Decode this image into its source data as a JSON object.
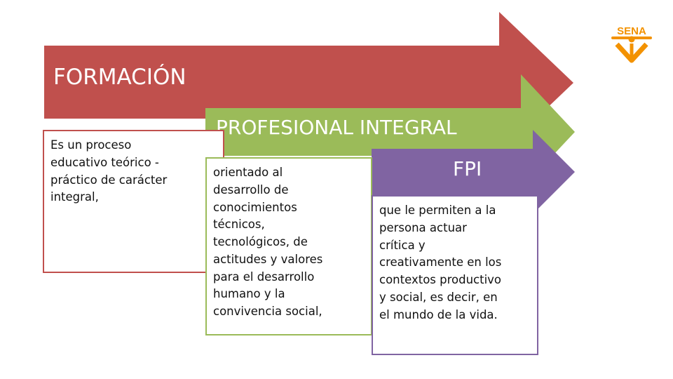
{
  "colors": {
    "formacion": "#c0504d",
    "profesional": "#9bbb59",
    "fpi": "#8064a2",
    "logo": "#f39200"
  },
  "formacion": {
    "title": "FORMACIÓN",
    "description_lines": [
      "Es un proceso",
      "educativo teórico -",
      "práctico de carácter",
      "integral,"
    ]
  },
  "profesional": {
    "title": "PROFESIONAL INTEGRAL",
    "description_lines": [
      "orientado al",
      "desarrollo de",
      "conocimientos",
      "técnicos,",
      "tecnológicos, de",
      "actitudes y valores",
      "para el desarrollo",
      "humano y la",
      "convivencia social,"
    ]
  },
  "fpi": {
    "title": "FPI",
    "description_lines": [
      "que le permiten a la",
      "persona actuar",
      "crítica y",
      "creativamente en los",
      "contextos productivo",
      "y social, es decir, en",
      "el mundo de la vida."
    ]
  },
  "logo": {
    "text": "SENA"
  }
}
